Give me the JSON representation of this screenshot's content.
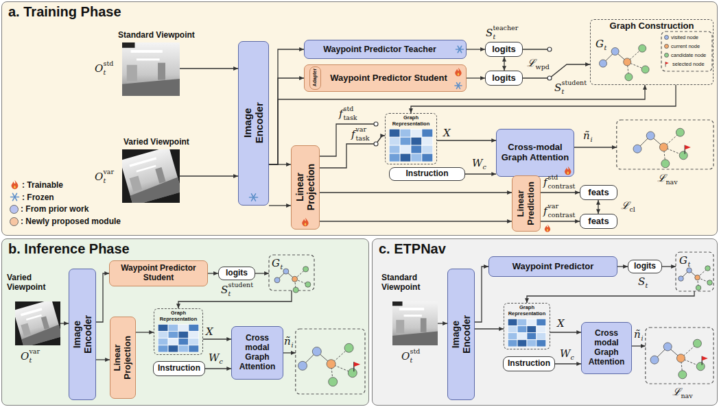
{
  "diagram": {
    "nodes": [
      {
        "text": [
          "a. Training Phase"
        ]
      },
      {
        "text": [
          "Image Encoder"
        ],
        "in": 0
      },
      {
        "text": [
          "Waypoint Predictor Teacher"
        ],
        "in": 0
      },
      {
        "text": [
          "Waypoint Predictor Student"
        ],
        "in": 0
      },
      {
        "text": [
          "Adapter"
        ],
        "in": 3
      },
      {
        "text": [
          "logits"
        ],
        "in": 0
      },
      {
        "text": [
          "logits"
        ],
        "in": 0
      },
      {
        "text": [
          "Graph Construction"
        ],
        "in": 0
      },
      {
        "text": [
          "Linear Projection"
        ],
        "in": 0
      },
      {
        "text": [
          "Graph Representation"
        ],
        "in": 0
      },
      {
        "text": [
          "Instruction"
        ],
        "in": 0
      },
      {
        "text": [
          "Cross-modal Graph Attention"
        ],
        "in": 0
      },
      {
        "text": [
          "Linear Prediction"
        ],
        "in": 0
      },
      {
        "text": [
          "feats"
        ],
        "in": 0
      },
      {
        "text": [
          "feats"
        ],
        "in": 0
      },
      {
        "text": [
          "b. Inference Phase"
        ]
      },
      {
        "text": [
          "Image Encoder"
        ],
        "in": 15
      },
      {
        "text": [
          "Waypoint Predictor Student"
        ],
        "in": 15
      },
      {
        "text": [
          "logits"
        ],
        "in": 15
      },
      {
        "text": [
          "Linear Projection"
        ],
        "in": 15
      },
      {
        "text": [
          "Graph Representation"
        ],
        "in": 15
      },
      {
        "text": [
          "Instruction"
        ],
        "in": 15
      },
      {
        "text": [
          "Cross modal Graph Attention"
        ],
        "in": 15
      },
      {
        "text": [
          "c. ETPNav"
        ]
      },
      {
        "text": [
          "Image Encoder"
        ],
        "in": 23
      },
      {
        "text": [
          "Waypoint Predictor"
        ],
        "in": 23
      },
      {
        "text": [
          "logits"
        ],
        "in": 23
      },
      {
        "text": [
          "Graph Representation"
        ],
        "in": 23
      },
      {
        "text": [
          "Instruction"
        ],
        "in": 23
      },
      {
        "text": [
          "Cross modal Graph Attention"
        ],
        "in": 23
      }
    ],
    "edges": [
      {
        "from": 1,
        "to": 2,
        "arrow": "to"
      },
      {
        "from": 1,
        "to": 3,
        "arrow": "to"
      },
      {
        "from": 2,
        "to": 5,
        "arrow": "to"
      },
      {
        "from": 3,
        "to": 6,
        "arrow": "to"
      },
      {
        "from": 5,
        "to": 6,
        "arrow": "both"
      },
      {
        "from": 6,
        "to": 7,
        "arrow": "to"
      },
      {
        "from": 1,
        "to": 7,
        "arrow": "to"
      },
      {
        "from": 7,
        "to": 9,
        "arrow": "to"
      },
      {
        "from": 1,
        "to": 8,
        "arrow": "to"
      },
      {
        "from": 1,
        "to": 8,
        "arrow": "to"
      },
      {
        "from": 8,
        "to": 9,
        "arrow": "to"
      },
      {
        "from": 8,
        "to": 12,
        "arrow": "to"
      },
      {
        "from": 8,
        "to": 12,
        "arrow": "to"
      },
      {
        "from": 9,
        "to": 11,
        "arrow": "to"
      },
      {
        "from": 10,
        "to": 11,
        "arrow": "to"
      },
      {
        "from": 12,
        "to": 13,
        "arrow": "to"
      },
      {
        "from": 12,
        "to": 14,
        "arrow": "to"
      },
      {
        "from": 13,
        "to": 14,
        "arrow": "both"
      },
      {
        "from": 16,
        "to": 17,
        "arrow": "to"
      },
      {
        "from": 17,
        "to": 18,
        "arrow": "to"
      },
      {
        "from": 16,
        "to": 19,
        "arrow": "to"
      },
      {
        "from": 19,
        "to": 20,
        "arrow": "to"
      },
      {
        "from": 20,
        "to": 22,
        "arrow": "to"
      },
      {
        "from": 21,
        "to": 22,
        "arrow": "to"
      },
      {
        "from": 24,
        "to": 25,
        "arrow": "to"
      },
      {
        "from": 25,
        "to": 26,
        "arrow": "to"
      },
      {
        "from": 24,
        "to": 27,
        "arrow": "to"
      },
      {
        "from": 27,
        "to": 29,
        "arrow": "to"
      },
      {
        "from": 28,
        "to": 29,
        "arrow": "to"
      }
    ],
    "labels": [
      "Standard Viewpoint",
      "O",
      "t",
      "std",
      "Varied Viewpoint",
      "O",
      "t",
      "var",
      "S",
      "t",
      "teacher",
      "ℒ",
      "wpd",
      "S",
      "t",
      "student",
      "G",
      "t",
      "f",
      "task",
      "std",
      "f",
      "task",
      "var",
      "X",
      "W",
      "c",
      "ñ",
      "i",
      "ℒ",
      "nav",
      "f",
      "contrast",
      "std",
      "f",
      "contrast",
      "var",
      "ℒ",
      "cl",
      "Varied Viewpoint",
      "O",
      "t",
      "var",
      "S",
      "t",
      "student",
      "G",
      "t",
      "X",
      "W",
      "c",
      "ñ",
      "i",
      "Standard Viewpoint",
      "O",
      "t",
      "std",
      "S",
      "t",
      "G",
      "t",
      "X",
      "W",
      "c",
      "ñ",
      "i",
      "ℒ",
      "nav"
    ],
    "legend": [
      {
        "text": ": Trainable"
      },
      {
        "text": ": Frozen"
      },
      {
        "text": ": From prior work",
        "color": "#b9c3f0"
      },
      {
        "text": ": Newly proposed module",
        "color": "#f7c6a3"
      },
      {
        "text": "visited node",
        "color": "#9fb7ea"
      },
      {
        "text": "current node",
        "color": "#f4a86c"
      },
      {
        "text": "candidate node",
        "color": "#8fd08b"
      },
      {
        "text": "selected node"
      }
    ]
  }
}
